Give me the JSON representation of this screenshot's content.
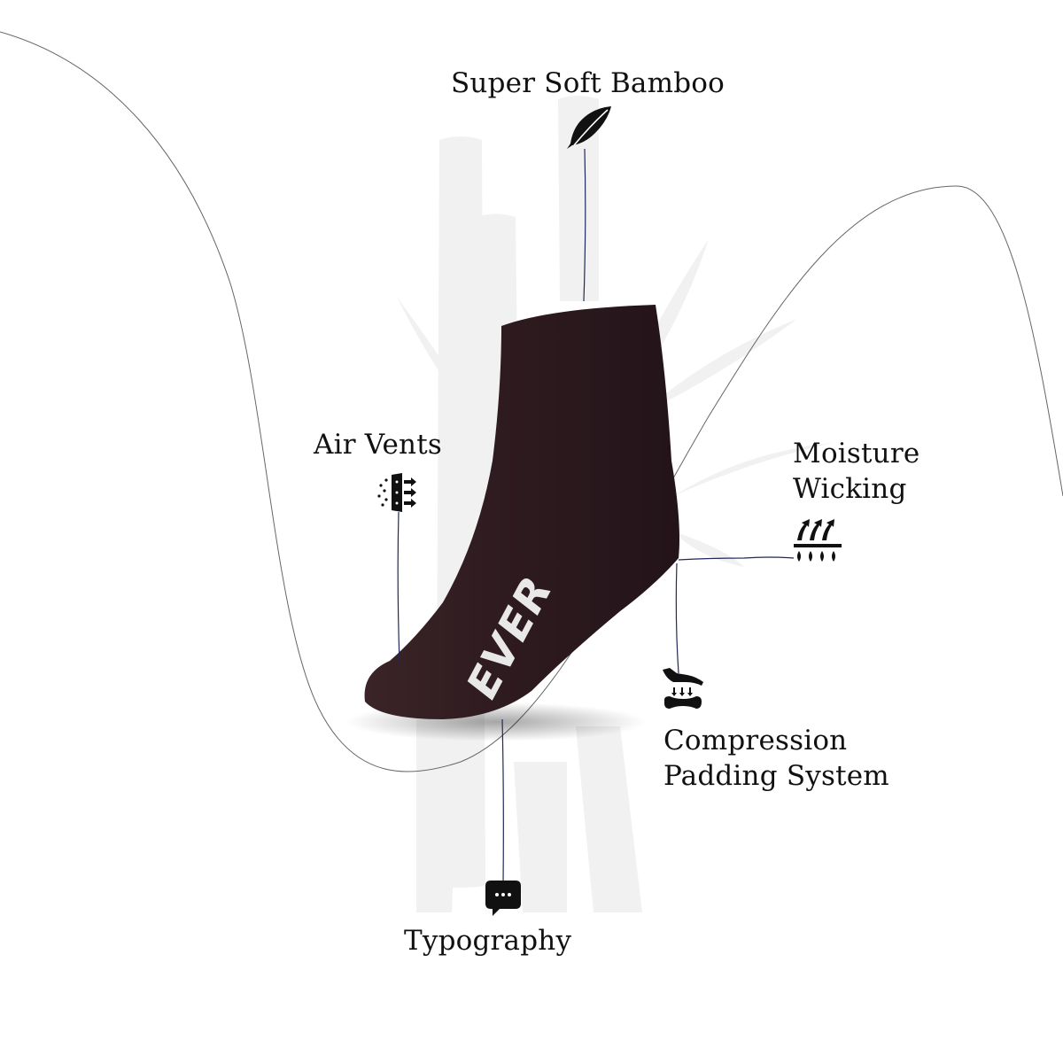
{
  "product": {
    "type": "ankle sock",
    "color": "#2d1a1e",
    "sole_text": "EVER"
  },
  "background": {
    "color": "#ffffff",
    "watermark": "bamboo stalks and leaves",
    "watermark_color": "#f1f1f1",
    "curve_color": "#555555"
  },
  "features": [
    {
      "id": "super-soft-bamboo",
      "label": "Super Soft Bamboo",
      "lines": [
        "Super Soft Bamboo"
      ],
      "icon": "feather-icon"
    },
    {
      "id": "air-vents",
      "label": "Air Vents",
      "lines": [
        "Air Vents"
      ],
      "icon": "air-vent-icon"
    },
    {
      "id": "moisture-wicking",
      "label": "Moisture Wicking",
      "lines": [
        "Moisture",
        "Wicking"
      ],
      "icon": "moisture-wicking-icon"
    },
    {
      "id": "compression-padding-system",
      "label": "Compression Padding System",
      "lines": [
        "Compression",
        "Padding System"
      ],
      "icon": "compression-padding-icon"
    },
    {
      "id": "typography",
      "label": "Typography",
      "lines": [
        "Typography"
      ],
      "icon": "speech-bubble-icon"
    }
  ],
  "callout_line_color": "#1f2a5a"
}
